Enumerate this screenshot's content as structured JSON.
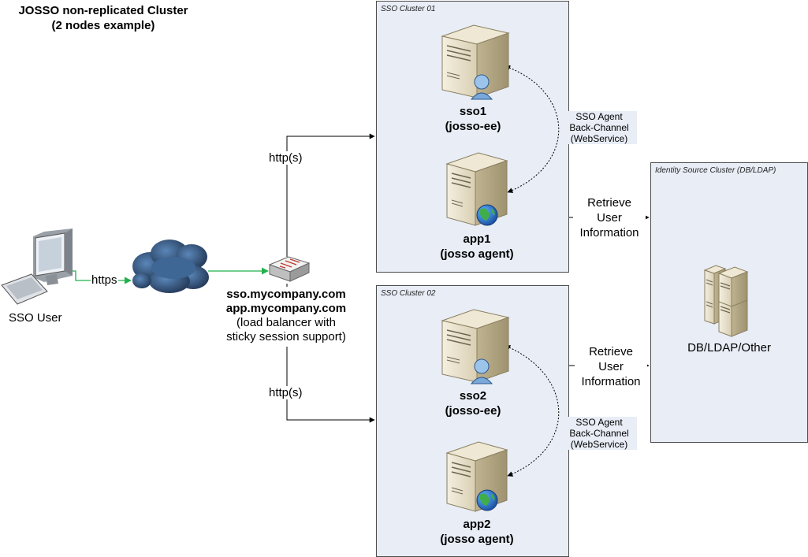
{
  "diagram": {
    "title_line1": "JOSSO non-replicated Cluster",
    "title_line2": "(2 nodes example)",
    "user_label": "SSO User",
    "https_label": "https",
    "http_label_top": "http(s)",
    "http_label_bottom": "http(s)",
    "lb": {
      "line1": "sso.mycompany.com",
      "line2": "app.mycompany.com",
      "line3": "(load balancer with",
      "line4": "sticky session support)"
    },
    "cluster1": {
      "title": "SSO Cluster 01",
      "sso_name": "sso1",
      "sso_sub": "(josso-ee)",
      "app_name": "app1",
      "app_sub": "(josso agent)",
      "channel_line1": "SSO Agent",
      "channel_line2": "Back-Channel",
      "channel_line3": "(WebService)"
    },
    "cluster2": {
      "title": "SSO Cluster 02",
      "sso_name": "sso2",
      "sso_sub": "(josso-ee)",
      "app_name": "app2",
      "app_sub": "(josso agent)",
      "channel_line1": "SSO Agent",
      "channel_line2": "Back-Channel",
      "channel_line3": "(WebService)"
    },
    "retrieve_top": {
      "line1": "Retrieve",
      "line2": "User",
      "line3": "Information"
    },
    "retrieve_bottom": {
      "line1": "Retrieve",
      "line2": "User",
      "line3": "Information"
    },
    "identity": {
      "title": "Identity Source Cluster (DB/LDAP)",
      "label": "DB/LDAP/Other"
    }
  },
  "icons": {
    "user": "computer-icon",
    "network": "cloud-icon",
    "balancer": "switch-icon",
    "sso_server": "server-user-icon",
    "app_server": "server-globe-icon",
    "database": "database-cluster-icon"
  },
  "colors": {
    "cluster_fill": "#e8edf6",
    "user_link": "#22b14c",
    "border": "#4d4d4d"
  }
}
